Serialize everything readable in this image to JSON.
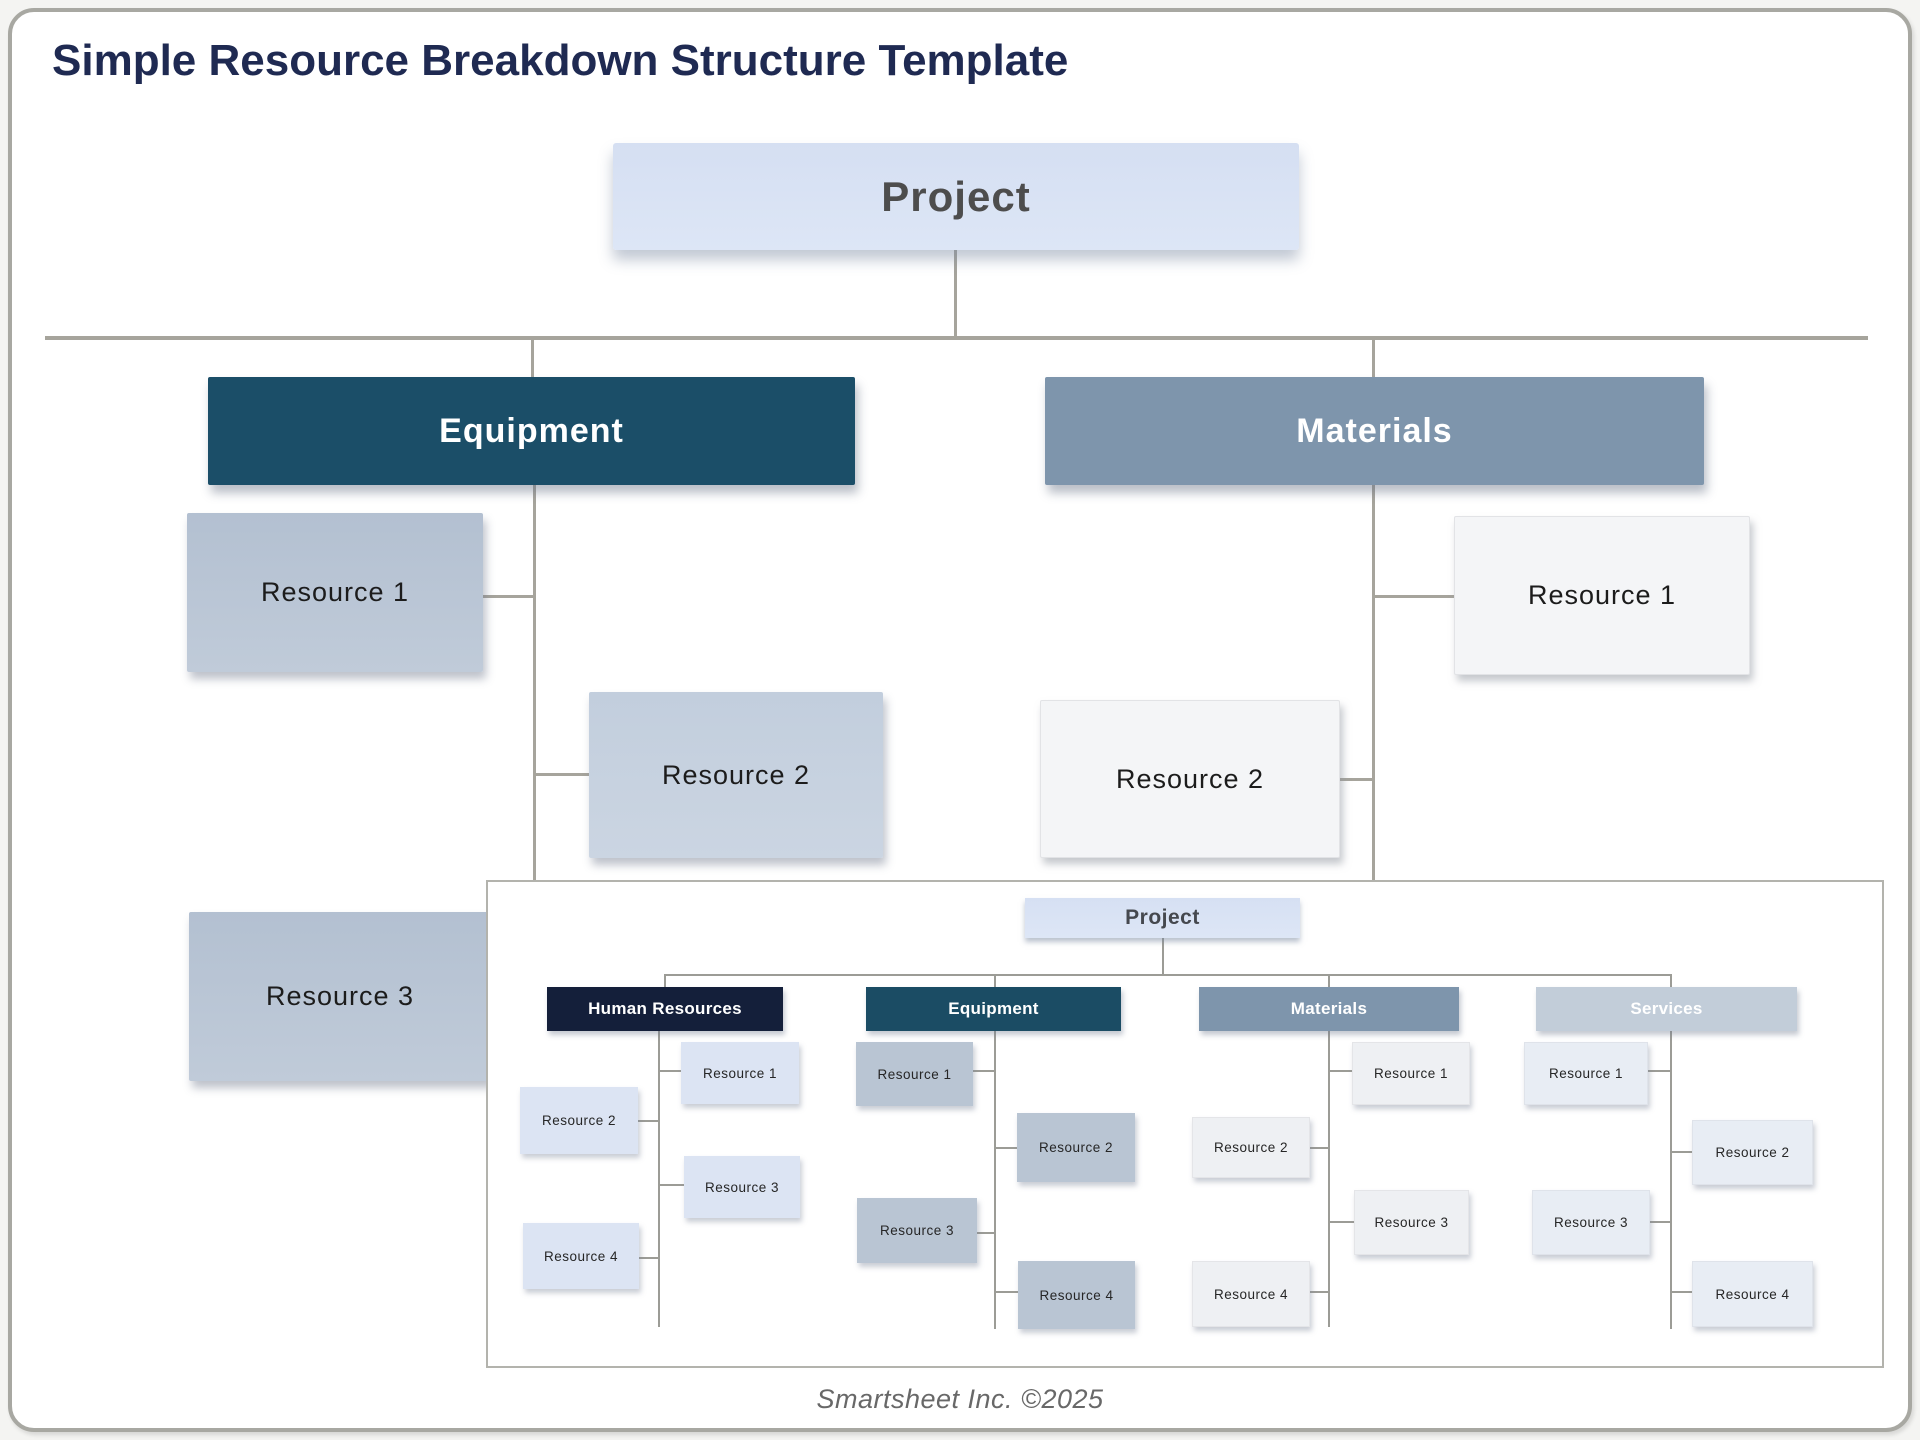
{
  "title": "Simple Resource Breakdown Structure Template",
  "footer": "Smartsheet Inc. ©2025",
  "colors": {
    "title_text": "#1f2a52",
    "connector_line": "#a6a49c",
    "page_border": "#a8a8a2",
    "project_fill": "#d9e3f4",
    "project_text": "#4d4d4d",
    "equipment_fill": "#1b4e68",
    "materials_fill": "#7e95ac",
    "human_resources_fill": "#141f3a",
    "services_fill": "#c2cdd9",
    "equipment_resource_fill": "#b8c4d4",
    "materials_resource_fill": "#f4f5f7",
    "hr_mini_resource_fill": "#dce4f3",
    "equipment_mini_resource_fill": "#b9c5d3",
    "materials_mini_resource_fill": "#eef0f3",
    "services_mini_resource_fill": "#e8edf4",
    "branch_text": "#ffffff",
    "resource_text": "#1c1c1c",
    "footer_text": "#686868"
  },
  "main_chart": {
    "root": "Project",
    "branches": [
      {
        "label": "Equipment",
        "resources": [
          "Resource 1",
          "Resource 2",
          "Resource 3"
        ]
      },
      {
        "label": "Materials",
        "resources": [
          "Resource 1",
          "Resource 2"
        ]
      }
    ]
  },
  "inset_chart": {
    "root": "Project",
    "branches": [
      {
        "label": "Human Resources",
        "resources": [
          "Resource 1",
          "Resource 2",
          "Resource 3",
          "Resource 4"
        ]
      },
      {
        "label": "Equipment",
        "resources": [
          "Resource 1",
          "Resource 2",
          "Resource 3",
          "Resource 4"
        ]
      },
      {
        "label": "Materials",
        "resources": [
          "Resource 1",
          "Resource 2",
          "Resource 3",
          "Resource 4"
        ]
      },
      {
        "label": "Services",
        "resources": [
          "Resource 1",
          "Resource 2",
          "Resource 3",
          "Resource 4"
        ]
      }
    ]
  }
}
